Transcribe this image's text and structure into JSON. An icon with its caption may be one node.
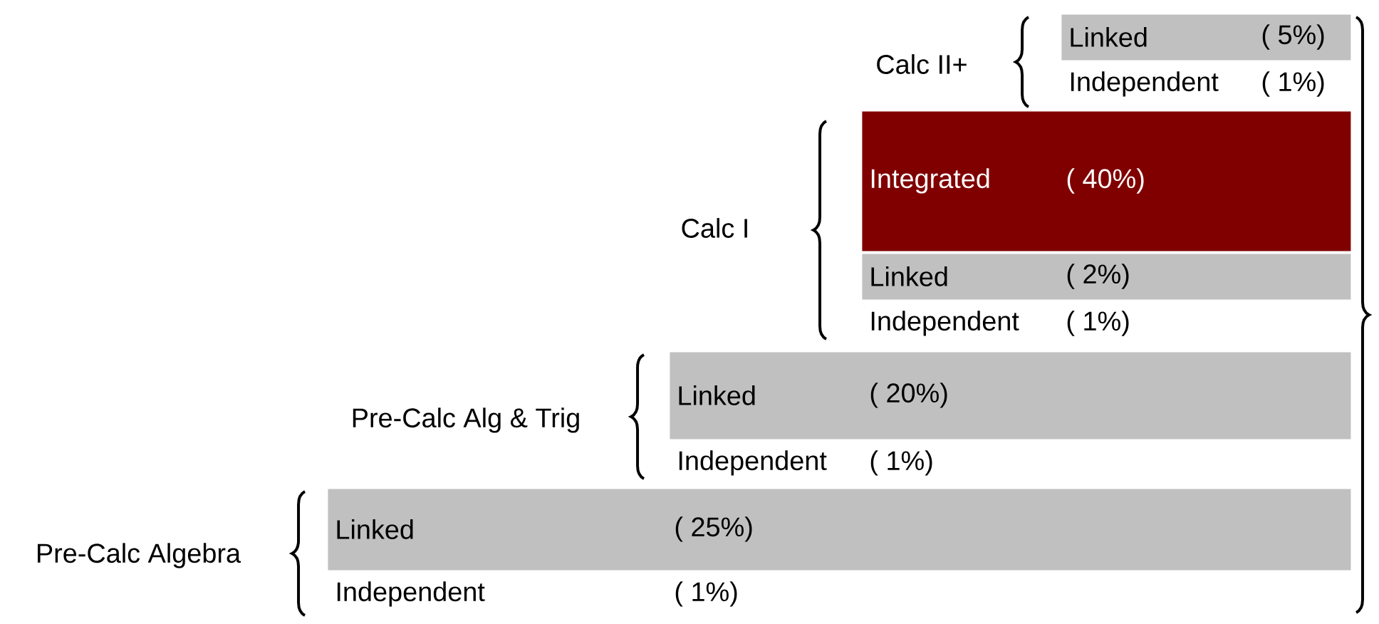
{
  "diagram": {
    "nodes": [
      {
        "text": [
          "Linked",
          "( 5%)"
        ]
      },
      {
        "text": [
          "Independent",
          "( 1%)"
        ]
      },
      {
        "text": [
          "Integrated",
          "( 40%)"
        ]
      },
      {
        "text": [
          "Linked",
          "( 2%)"
        ]
      },
      {
        "text": [
          "Independent",
          "( 1%)"
        ]
      },
      {
        "text": [
          "Linked",
          "( 20%)"
        ]
      },
      {
        "text": [
          "Independent",
          "( 1%)"
        ]
      },
      {
        "text": [
          "Linked",
          "( 25%)"
        ]
      },
      {
        "text": [
          "Independent",
          "( 1%)"
        ]
      }
    ],
    "labels": [
      "Calc II+",
      "Calc I",
      "Pre-Calc Alg & Trig",
      "Pre-Calc Algebra"
    ]
  }
}
